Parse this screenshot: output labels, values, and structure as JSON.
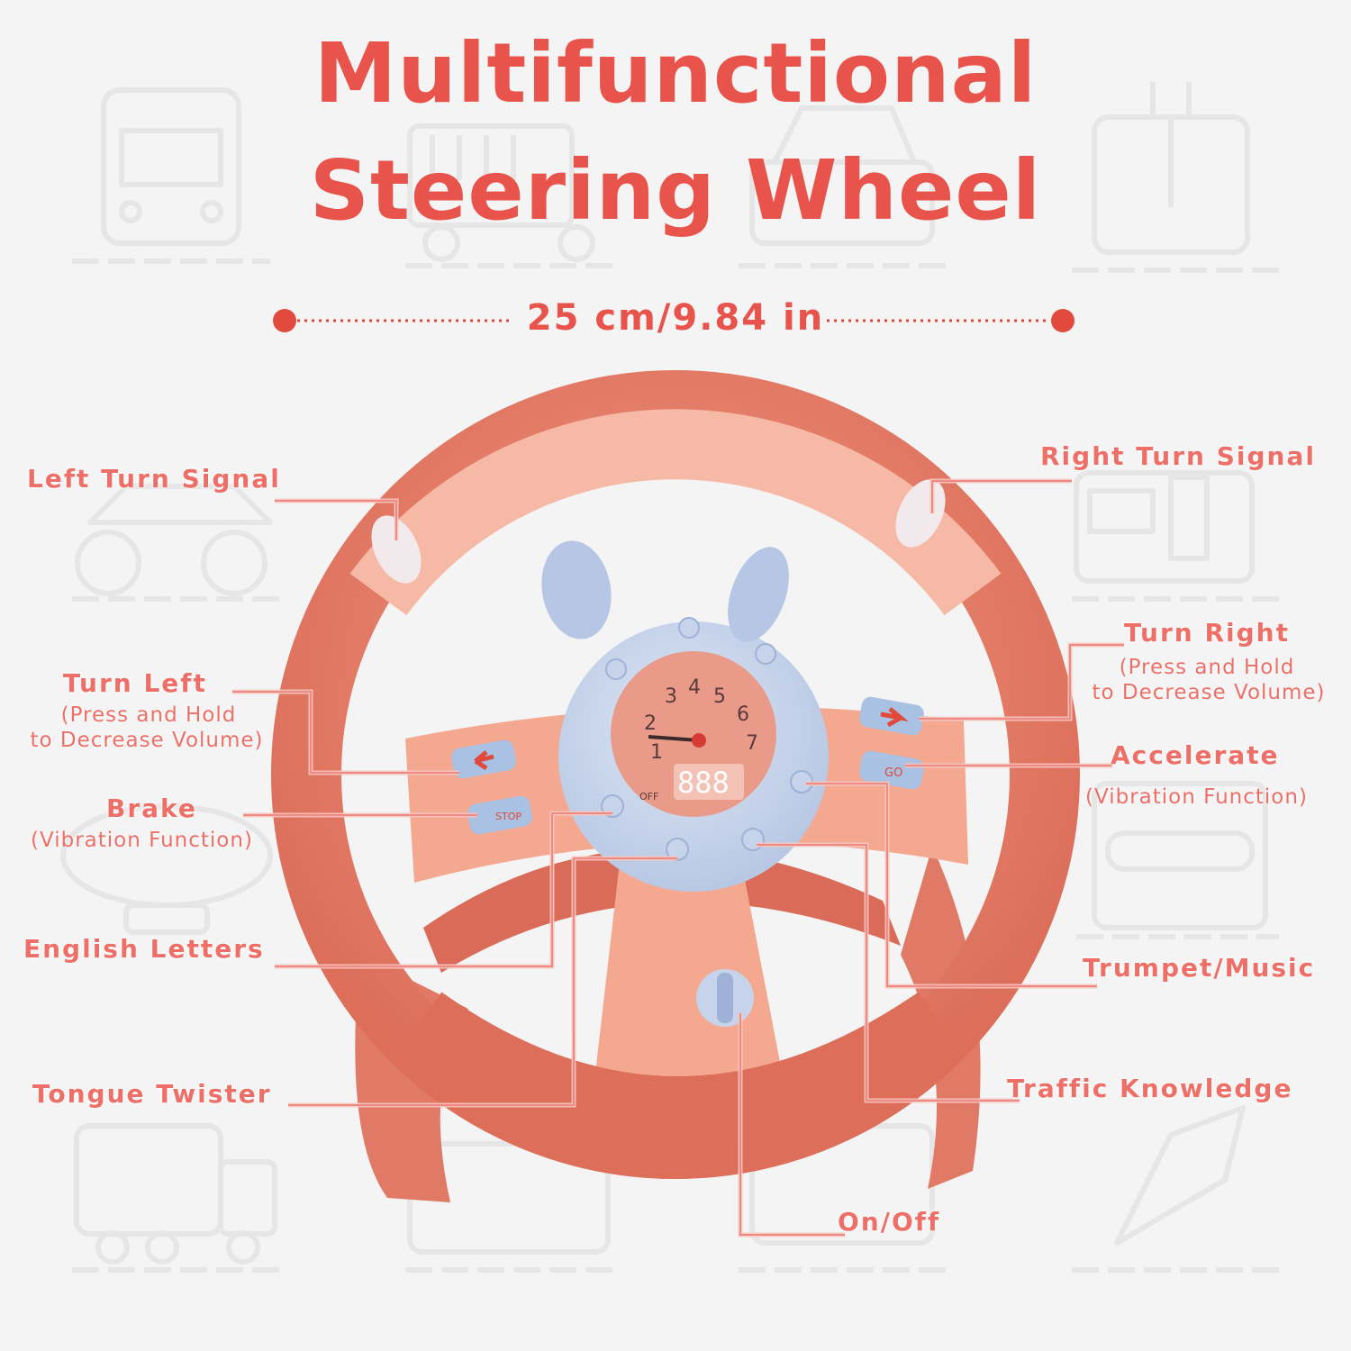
{
  "title": {
    "line1": "Multifunctional",
    "line2": "Steering Wheel"
  },
  "dimension": {
    "label": "25 cm/9.84 in"
  },
  "colors": {
    "accent": "#e8544c",
    "label": "#ee6f67",
    "wheel": "#e8806c",
    "wheel_light": "#f4b29e",
    "button_blue": "#a9c1e3",
    "background": "#f4f4f4"
  },
  "wheel": {
    "gauge_numbers": [
      "1",
      "2",
      "3",
      "4",
      "5",
      "6",
      "7"
    ],
    "display_digits": "888",
    "stop_button": "STOP",
    "go_button": "GO",
    "off_label": "OFF"
  },
  "labels": {
    "left_turn_signal": "Left Turn Signal",
    "right_turn_signal": "Right Turn Signal",
    "turn_left": {
      "title": "Turn Left",
      "sub1": "(Press and Hold",
      "sub2": "to Decrease Volume)"
    },
    "turn_right": {
      "title": "Turn Right",
      "sub1": "(Press and Hold",
      "sub2": "to Decrease Volume)"
    },
    "brake": {
      "title": "Brake",
      "sub": "(Vibration Function)"
    },
    "accelerate": {
      "title": "Accelerate",
      "sub": "(Vibration Function)"
    },
    "english_letters": "English Letters",
    "trumpet_music": "Trumpet/Music",
    "tongue_twister": "Tongue Twister",
    "traffic_knowledge": "Traffic Knowledge",
    "on_off": "On/Off"
  }
}
